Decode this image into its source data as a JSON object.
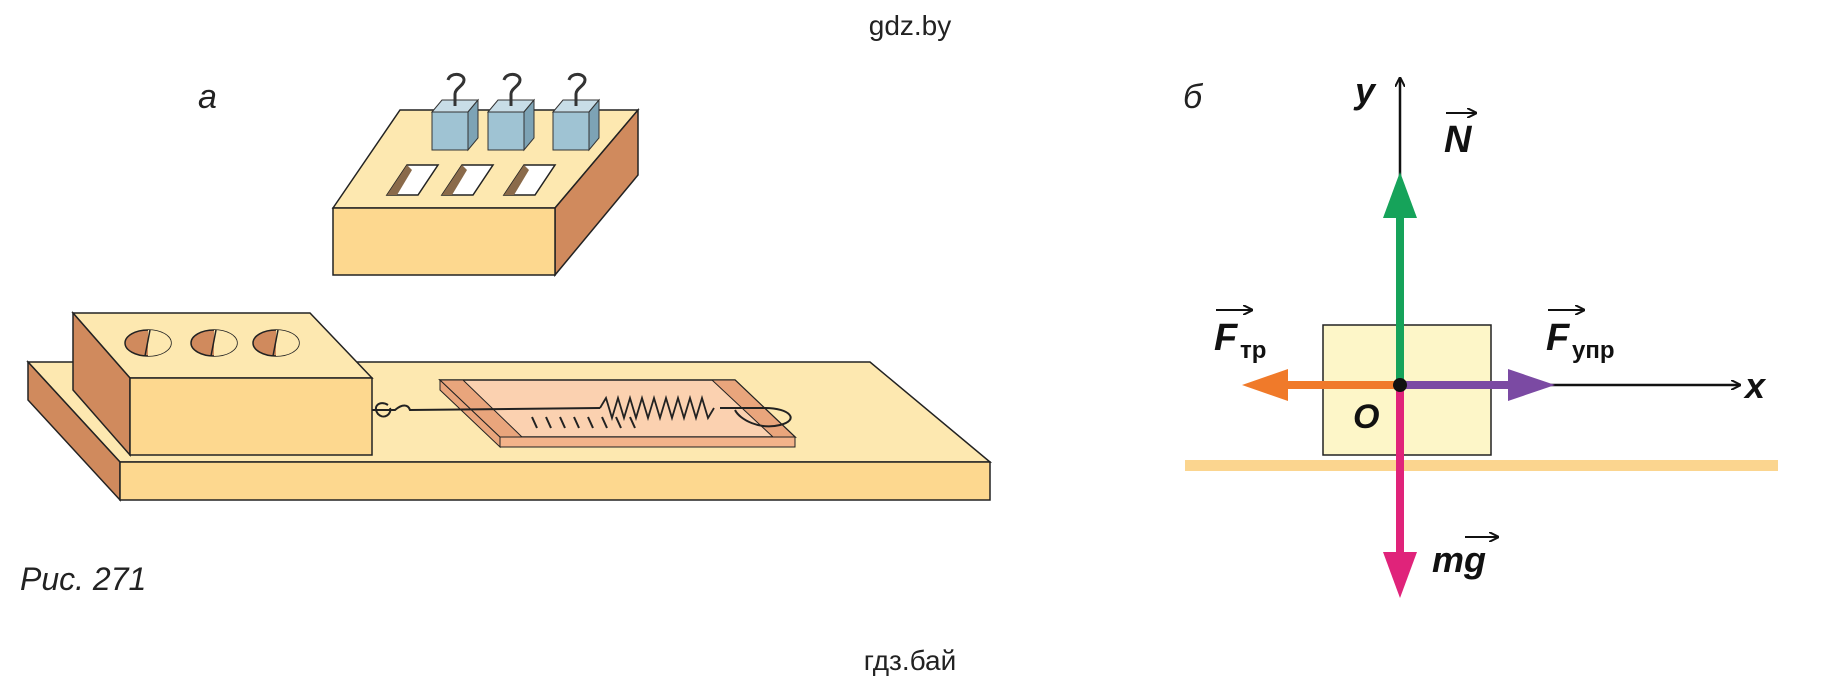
{
  "watermark_top": "gdz.by",
  "watermark_bottom": "гдз.бай",
  "figure_caption": "Рис. 271",
  "panel_a": {
    "label": "а"
  },
  "panel_b": {
    "label": "б",
    "axis_x": "x",
    "axis_y": "y",
    "origin": "O",
    "force_normal": {
      "symbol": "N",
      "color": "#16a35a"
    },
    "force_friction": {
      "symbol": "F",
      "subscript": "тр",
      "color": "#f07a2a"
    },
    "force_elastic": {
      "symbol": "F",
      "subscript": "упр",
      "color": "#7b4aa3"
    },
    "force_gravity": {
      "symbol": "mg",
      "color": "#e0237a"
    }
  },
  "colors": {
    "wood_top": "#fde8b0",
    "wood_front": "#fdd88f",
    "wood_side": "#d08a5d",
    "block_fill": "#fdf6c8",
    "surface": "#fbd58f",
    "weight": "#9fc3d3"
  }
}
